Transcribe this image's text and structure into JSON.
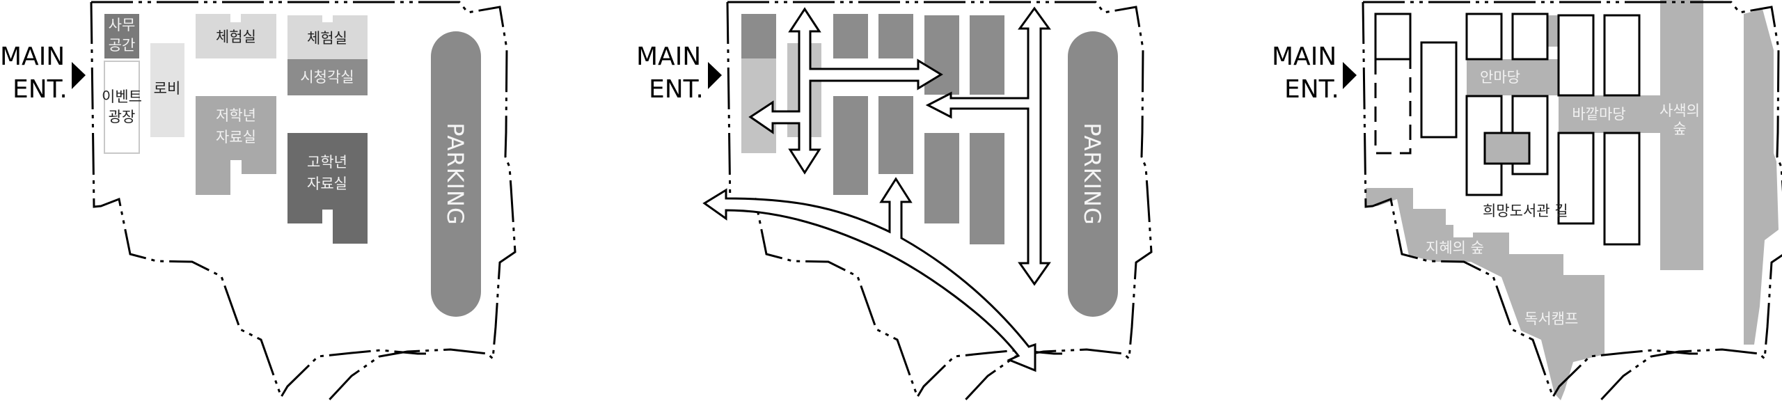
{
  "entrance": {
    "line1": "MAIN",
    "line2": "ENT."
  },
  "colors": {
    "dark_gray": "#6b6b6b",
    "mid_gray": "#8c8c8c",
    "soft_gray": "#a9a9a9",
    "light_gray": "#c3c3c3",
    "pale_gray": "#d9d9d9",
    "lobby_gray": "#e3e3e3",
    "green_space_gray": "#b3b3b3"
  },
  "panels": [
    {
      "name": "zoning-plan",
      "rooms": [
        {
          "id": "office",
          "label": [
            "사무",
            "공간"
          ],
          "tone": "light"
        },
        {
          "id": "event-plaza",
          "label": [
            "이벤트",
            "광장"
          ],
          "tone": "dark"
        },
        {
          "id": "lobby",
          "label": [
            "로비"
          ],
          "tone": "dark"
        },
        {
          "id": "experience-room-1",
          "label": [
            "체험실"
          ],
          "tone": "dark"
        },
        {
          "id": "experience-room-2",
          "label": [
            "체험실"
          ],
          "tone": "dark"
        },
        {
          "id": "av-room",
          "label": [
            "시청각실"
          ],
          "tone": "light"
        },
        {
          "id": "lower-grade-room",
          "label": [
            "저학년",
            "자료실"
          ],
          "tone": "light"
        },
        {
          "id": "upper-grade-room",
          "label": [
            "고학년",
            "자료실"
          ],
          "tone": "light"
        }
      ],
      "parking": "PARKING"
    },
    {
      "name": "circulation-plan",
      "parking": "PARKING"
    },
    {
      "name": "open-space-plan",
      "spaces": [
        {
          "id": "inner-yard",
          "label": [
            "안마당"
          ],
          "tone": "light"
        },
        {
          "id": "outer-yard",
          "label": [
            "바깥마당"
          ],
          "tone": "light"
        },
        {
          "id": "forest-of-thought",
          "label": [
            "사색의",
            "숲"
          ],
          "tone": "light"
        },
        {
          "id": "hope-library-road",
          "label": [
            "희망도서관 길"
          ],
          "tone": "dark"
        },
        {
          "id": "forest-of-wisdom",
          "label": [
            "지혜의 숲"
          ],
          "tone": "light"
        },
        {
          "id": "reading-camp",
          "label": [
            "독서캠프"
          ],
          "tone": "light"
        }
      ]
    }
  ]
}
